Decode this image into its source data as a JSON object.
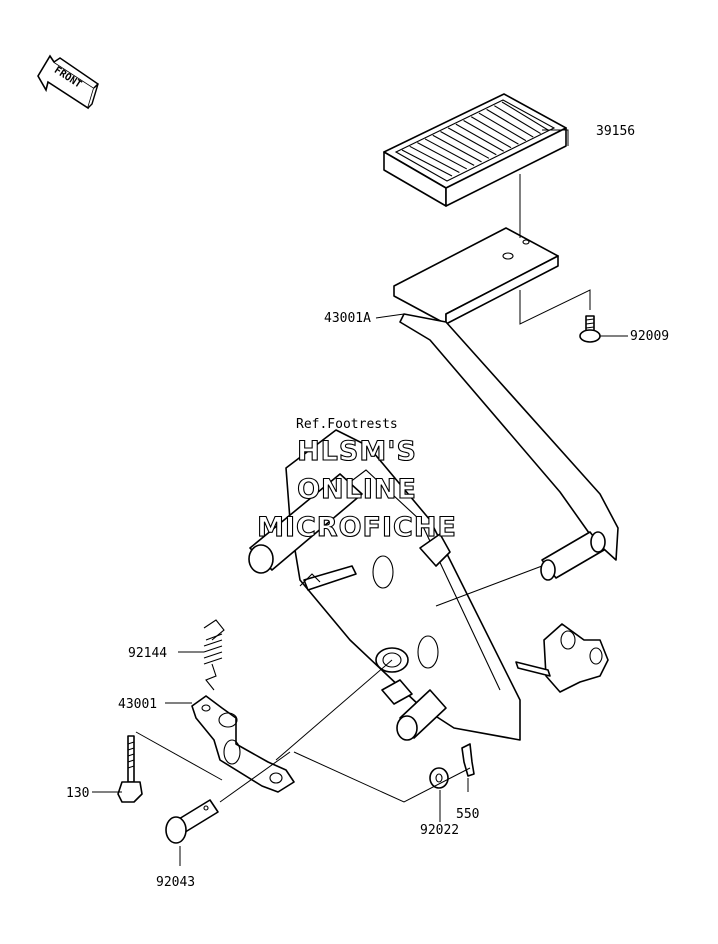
{
  "diagram": {
    "front_arrow_label": "FRONT",
    "reference_note": "Ref.Footrests",
    "watermark": [
      "HLSM'S",
      "ONLINE",
      "MICROFICHE"
    ],
    "parts": [
      {
        "id": "p39156",
        "number": "39156"
      },
      {
        "id": "p43001A",
        "number": "43001A"
      },
      {
        "id": "p92009",
        "number": "92009"
      },
      {
        "id": "p92144",
        "number": "92144"
      },
      {
        "id": "p43001",
        "number": "43001"
      },
      {
        "id": "p130",
        "number": "130"
      },
      {
        "id": "p92043",
        "number": "92043"
      },
      {
        "id": "p92022",
        "number": "92022"
      },
      {
        "id": "p550",
        "number": "550"
      }
    ]
  }
}
